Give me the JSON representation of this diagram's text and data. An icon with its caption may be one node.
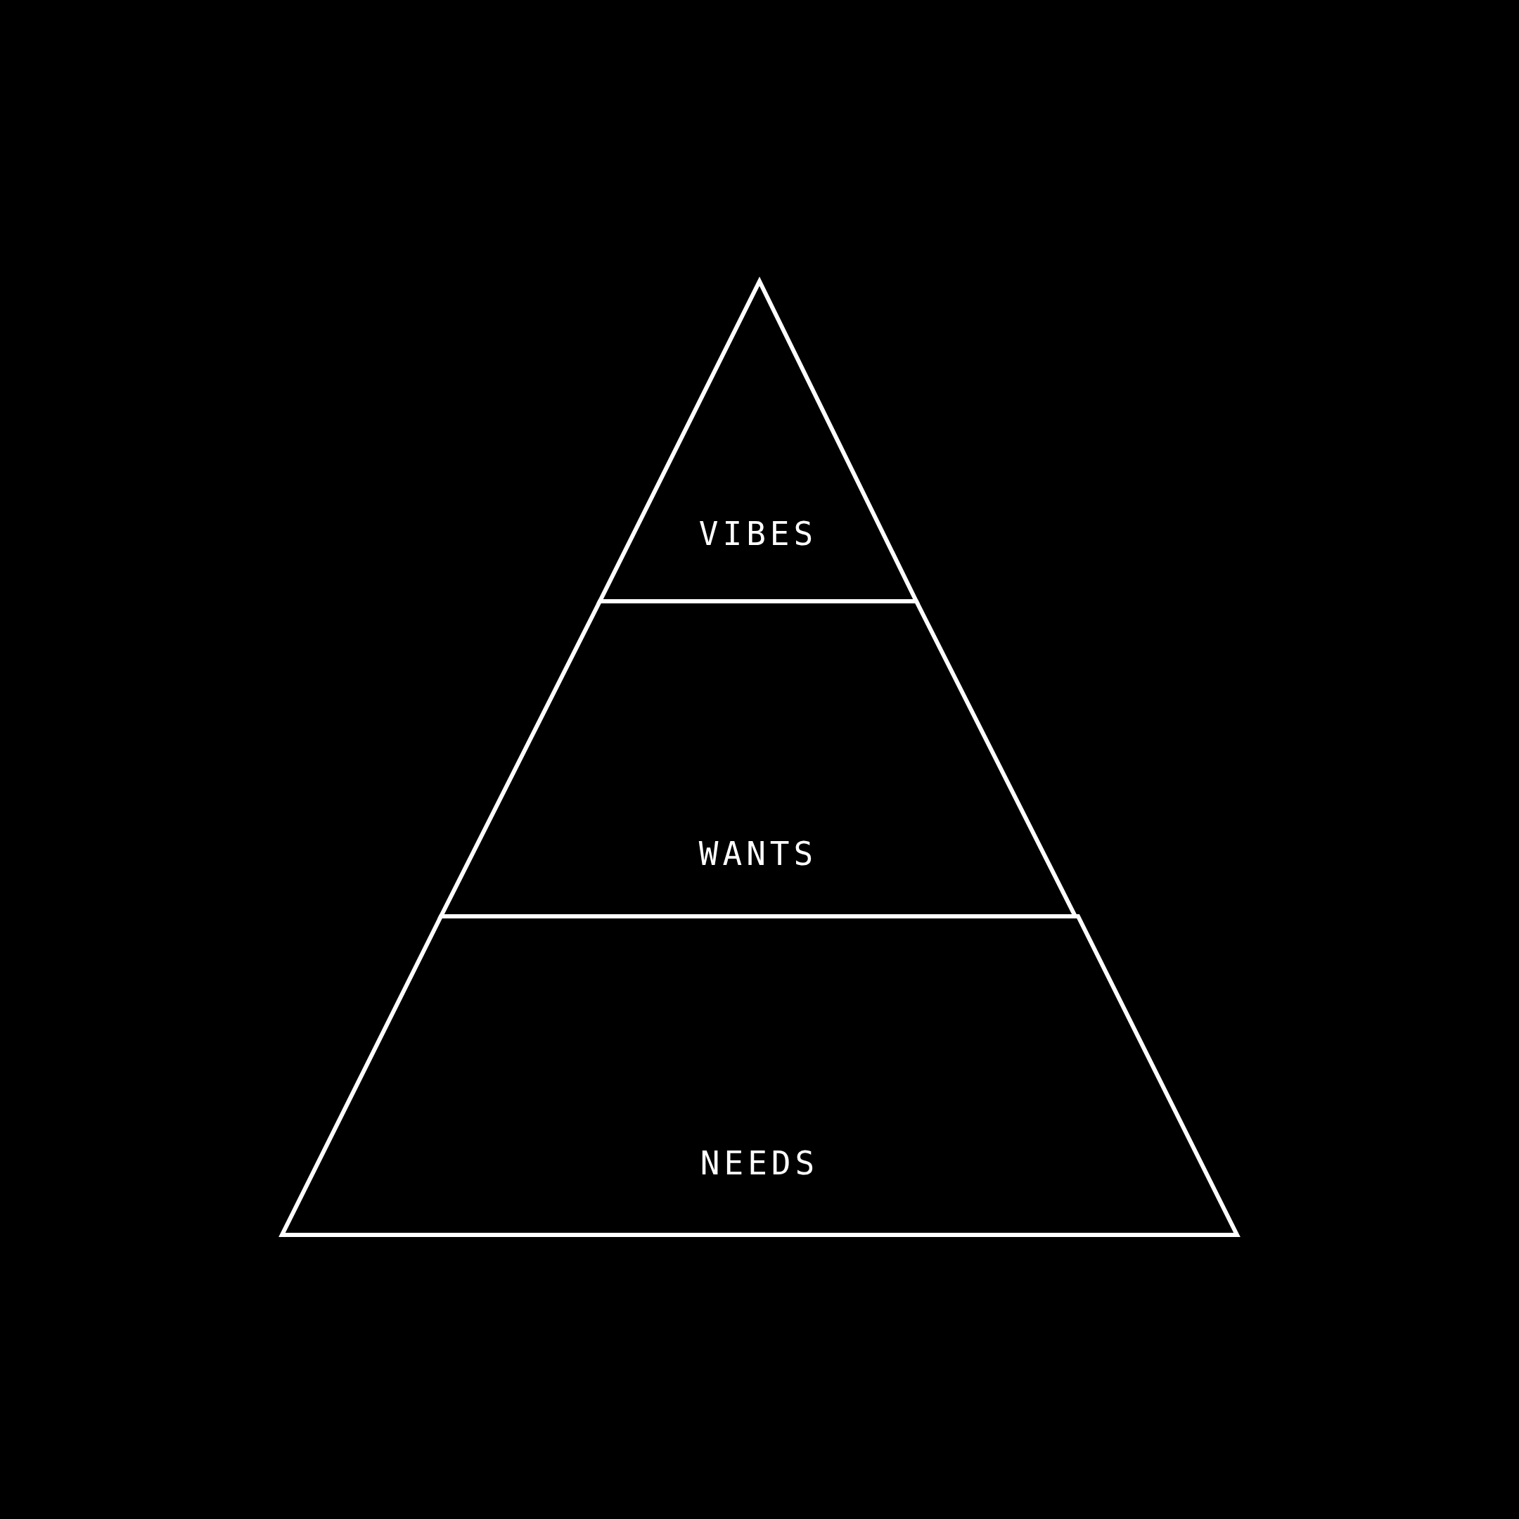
{
  "diagram": {
    "nodes": [
      {
        "text": [
          "VIBES"
        ]
      },
      {
        "text": [
          "WANTS"
        ]
      },
      {
        "text": [
          "NEEDS"
        ]
      }
    ],
    "edges": []
  }
}
